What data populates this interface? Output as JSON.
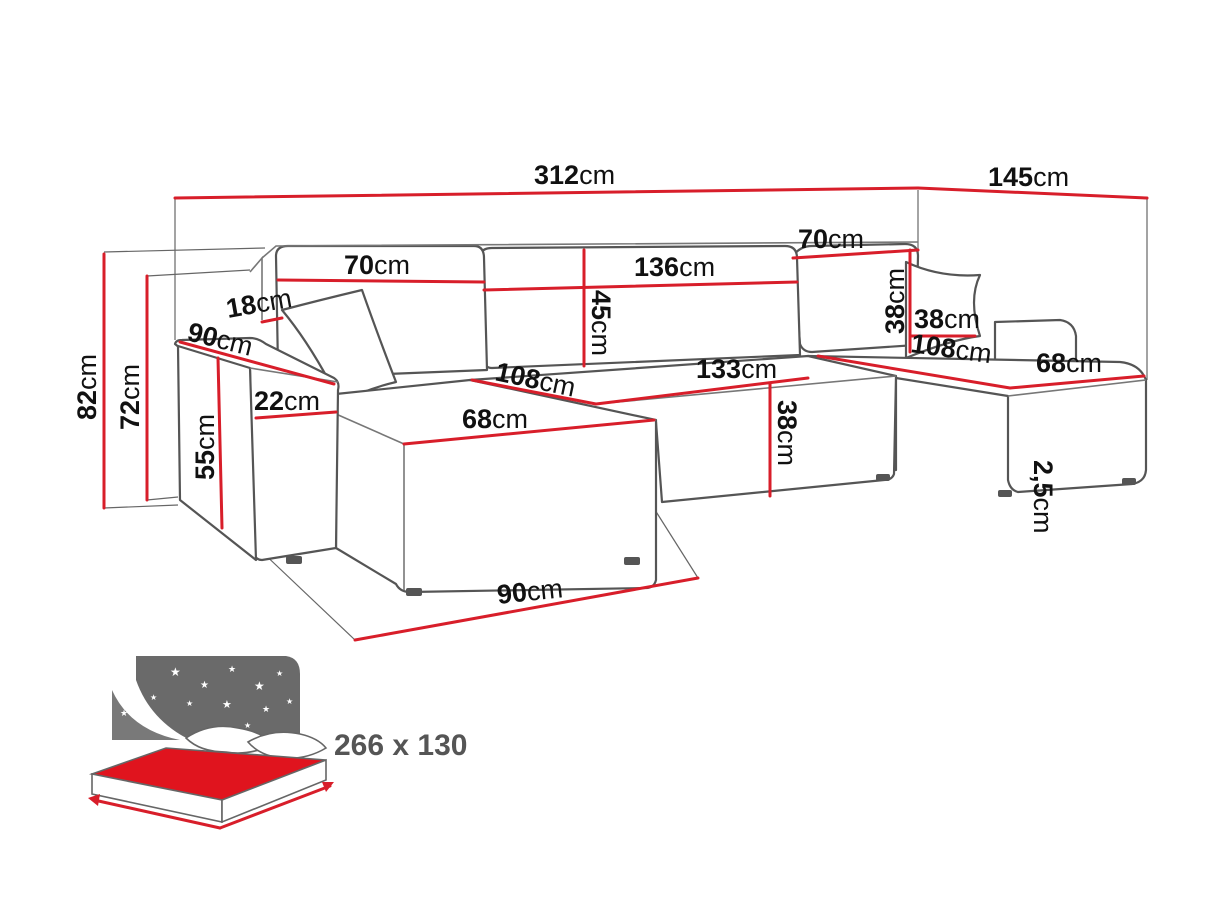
{
  "dimensions": {
    "total_width": {
      "value": "312",
      "unit": "cm"
    },
    "chaise_right_depth": {
      "value": "145",
      "unit": "cm"
    },
    "back_height": {
      "value": "82",
      "unit": "cm"
    },
    "arm_height": {
      "value": "72",
      "unit": "cm"
    },
    "arm_width": {
      "value": "90",
      "unit": "cm"
    },
    "arm_side_height": {
      "value": "55",
      "unit": "cm"
    },
    "arm_top_width": {
      "value": "22",
      "unit": "cm"
    },
    "back_cushion_depth": {
      "value": "18",
      "unit": "cm"
    },
    "left_back_cushion_width": {
      "value": "70",
      "unit": "cm"
    },
    "middle_back_cushion_width": {
      "value": "136",
      "unit": "cm"
    },
    "back_cushion_height": {
      "value": "45",
      "unit": "cm"
    },
    "right_back_cushion_width": {
      "value": "70",
      "unit": "cm"
    },
    "right_back_cushion_height": {
      "value": "38",
      "unit": "cm"
    },
    "right_pillow_width": {
      "value": "38",
      "unit": "cm"
    },
    "left_chaise_length": {
      "value": "108",
      "unit": "cm"
    },
    "left_chaise_width": {
      "value": "68",
      "unit": "cm"
    },
    "seat_width": {
      "value": "133",
      "unit": "cm"
    },
    "seat_height": {
      "value": "38",
      "unit": "cm"
    },
    "right_chaise_length": {
      "value": "108",
      "unit": "cm"
    },
    "right_chaise_width": {
      "value": "68",
      "unit": "cm"
    },
    "leg_height": {
      "value": "2,5",
      "unit": "cm"
    },
    "left_depth": {
      "value": "90",
      "unit": "cm"
    }
  },
  "sleeping_area": {
    "label": "266 x 130"
  },
  "colors": {
    "dimension_line": "#d81e2a",
    "outline": "#555555",
    "mattress": "#e0141e",
    "night_sky": "#6a6a6a"
  }
}
